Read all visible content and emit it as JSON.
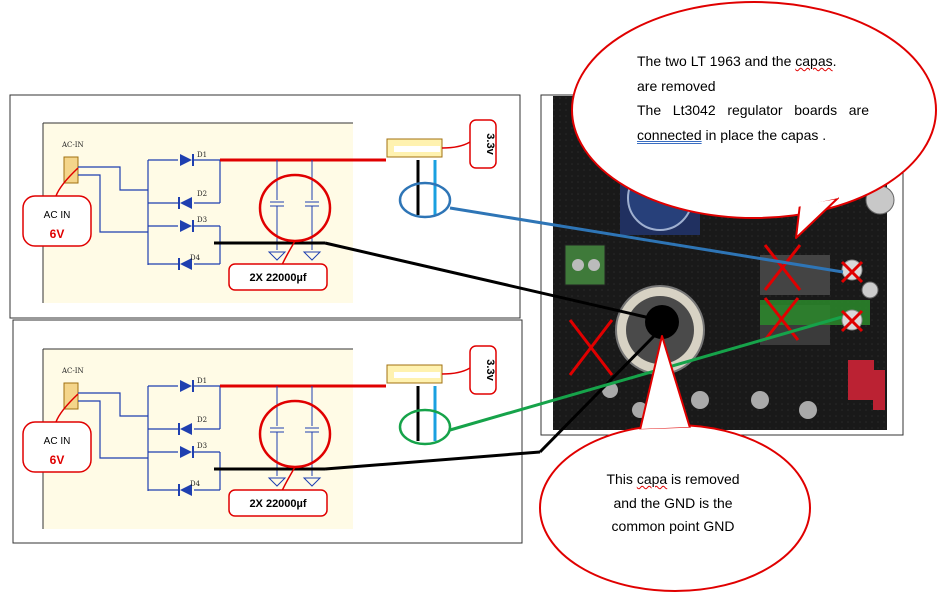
{
  "schematics": [
    {
      "ac_in_net": "AC-IN",
      "ac_in_label": "AC IN",
      "ac_in_voltage": "6V",
      "diodes": [
        "D1",
        "D2",
        "D3",
        "D4"
      ],
      "capacitor_label": "2X 22000µf",
      "output_voltage": "3.3v"
    },
    {
      "ac_in_net": "AC-IN",
      "ac_in_label": "AC IN",
      "ac_in_voltage": "6V",
      "diodes": [
        "D1",
        "D2",
        "D3",
        "D4"
      ],
      "capacitor_label": "2X 22000µf",
      "output_voltage": "3.3v"
    }
  ],
  "callout_top": {
    "line1a": "The two LT 1963 and the ",
    "line1b": "capas",
    "line1c": ".",
    "line2": "are removed",
    "line3": "The Lt3042 regulator boards are ",
    "line3b": "connected",
    "line3c": " in place the capas ."
  },
  "callout_bottom": {
    "line1a": "This ",
    "line1b": "capa",
    "line1c": " is removed",
    "line2": "and the GND is the",
    "line3": "common point GND"
  },
  "colors": {
    "callout_border": "#e00000",
    "blue_link": "#2e75b6",
    "green_link": "#16a34a",
    "wire_red": "#e00000",
    "schematic_blue": "#1f3fb0"
  }
}
